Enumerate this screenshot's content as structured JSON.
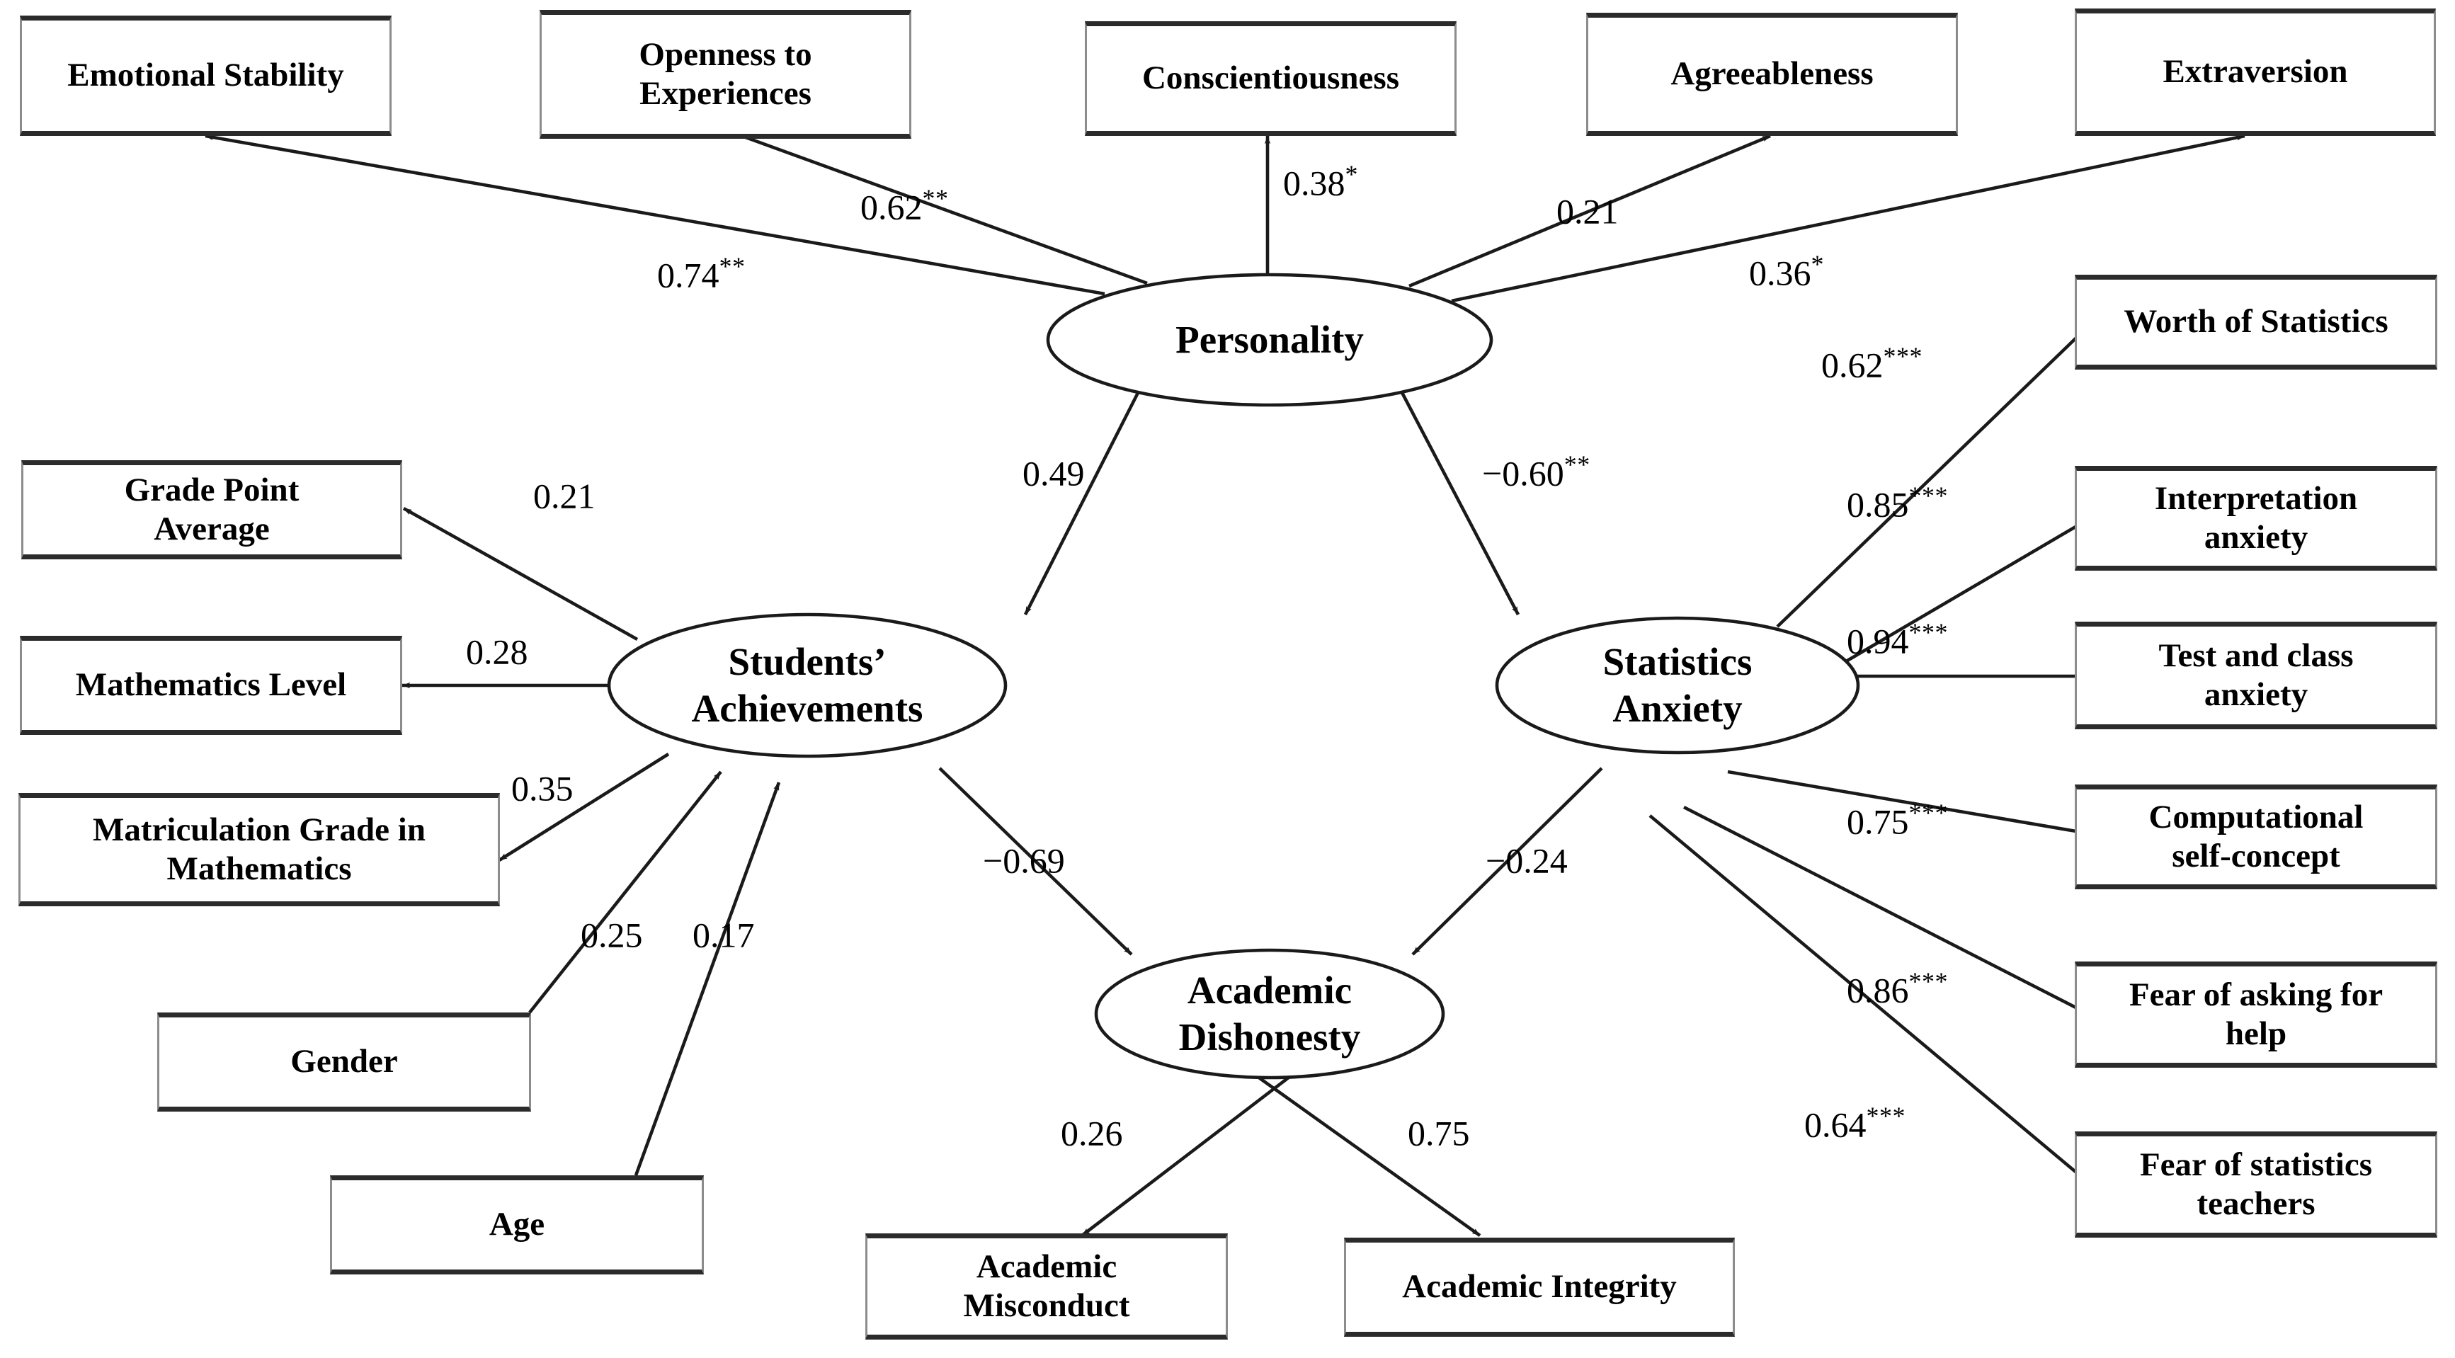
{
  "diagram": {
    "type": "structural-equation-model-path-diagram",
    "background_color": "#ffffff",
    "line_color": "#1a1a1a",
    "box_border_color": "#8c8c8c",
    "box_accent_color": "#2b2b2b"
  },
  "latent_variables": [
    {
      "id": "personality",
      "label_line1": "Personality",
      "label_line2": ""
    },
    {
      "id": "achievements",
      "label_line1": "Students’",
      "label_line2": "Achievements"
    },
    {
      "id": "anxiety",
      "label_line1": "Statistics",
      "label_line2": "Anxiety"
    },
    {
      "id": "dishonesty",
      "label_line1": "Academic",
      "label_line2": "Dishonesty"
    }
  ],
  "observed_variables": [
    {
      "id": "emotional-stability",
      "label_line1": "Emotional Stability",
      "label_line2": ""
    },
    {
      "id": "openness",
      "label_line1": "Openness to",
      "label_line2": "Experiences"
    },
    {
      "id": "conscientiousness",
      "label_line1": "Conscientiousness",
      "label_line2": ""
    },
    {
      "id": "agreeableness",
      "label_line1": "Agreeableness",
      "label_line2": ""
    },
    {
      "id": "extraversion",
      "label_line1": "Extraversion",
      "label_line2": ""
    },
    {
      "id": "gpa",
      "label_line1": "Grade Point",
      "label_line2": "Average"
    },
    {
      "id": "math-level",
      "label_line1": "Mathematics Level",
      "label_line2": ""
    },
    {
      "id": "matriculation",
      "label_line1": "Matriculation Grade in",
      "label_line2": "Mathematics"
    },
    {
      "id": "gender",
      "label_line1": "Gender",
      "label_line2": ""
    },
    {
      "id": "age",
      "label_line1": "Age",
      "label_line2": ""
    },
    {
      "id": "worth-of-statistics",
      "label_line1": "Worth of Statistics",
      "label_line2": ""
    },
    {
      "id": "interpretation",
      "label_line1": "Interpretation",
      "label_line2": "anxiety"
    },
    {
      "id": "test-class",
      "label_line1": "Test and class",
      "label_line2": "anxiety"
    },
    {
      "id": "computational",
      "label_line1": "Computational",
      "label_line2": "self-concept"
    },
    {
      "id": "fear-asking",
      "label_line1": "Fear of asking for",
      "label_line2": "help"
    },
    {
      "id": "fear-teachers",
      "label_line1": "Fear of statistics",
      "label_line2": "teachers"
    },
    {
      "id": "misconduct",
      "label_line1": "Academic",
      "label_line2": "Misconduct"
    },
    {
      "id": "integrity",
      "label_line1": "Academic Integrity",
      "label_line2": ""
    }
  ],
  "paths": [
    {
      "id": "p-emotional",
      "from": "personality",
      "to": "emotional-stability",
      "coefficient": "0.74",
      "stars": "**"
    },
    {
      "id": "p-openness",
      "from": "personality",
      "to": "openness",
      "coefficient": "0.62",
      "stars": "**"
    },
    {
      "id": "p-conscient",
      "from": "personality",
      "to": "conscientiousness",
      "coefficient": "0.38",
      "stars": "*"
    },
    {
      "id": "p-agreeable",
      "from": "personality",
      "to": "agreeableness",
      "coefficient": "0.21",
      "stars": ""
    },
    {
      "id": "p-extraversion",
      "from": "personality",
      "to": "extraversion",
      "coefficient": "0.36",
      "stars": "*"
    },
    {
      "id": "p-achievements",
      "from": "personality",
      "to": "achievements",
      "coefficient": "0.49",
      "stars": ""
    },
    {
      "id": "p-anxiety",
      "from": "personality",
      "to": "anxiety",
      "coefficient": "−0.60",
      "stars": "**"
    },
    {
      "id": "p-gpa",
      "from": "achievements",
      "to": "gpa",
      "coefficient": "0.21",
      "stars": ""
    },
    {
      "id": "p-mathlevel",
      "from": "achievements",
      "to": "math-level",
      "coefficient": "0.28",
      "stars": ""
    },
    {
      "id": "p-matriculation",
      "from": "achievements",
      "to": "matriculation",
      "coefficient": "0.35",
      "stars": ""
    },
    {
      "id": "p-gender",
      "from": "gender",
      "to": "achievements",
      "coefficient": "0.25",
      "stars": ""
    },
    {
      "id": "p-age",
      "from": "age",
      "to": "achievements",
      "coefficient": "0.17",
      "stars": ""
    },
    {
      "id": "p-ach-dishonesty",
      "from": "achievements",
      "to": "dishonesty",
      "coefficient": "−0.69",
      "stars": ""
    },
    {
      "id": "p-anx-dishonesty",
      "from": "anxiety",
      "to": "dishonesty",
      "coefficient": "−0.24",
      "stars": ""
    },
    {
      "id": "p-worth",
      "from": "anxiety",
      "to": "worth-of-statistics",
      "coefficient": "0.62",
      "stars": "***"
    },
    {
      "id": "p-interpretation",
      "from": "anxiety",
      "to": "interpretation",
      "coefficient": "0.85",
      "stars": "***"
    },
    {
      "id": "p-testclass",
      "from": "anxiety",
      "to": "test-class",
      "coefficient": "0.94",
      "stars": "***"
    },
    {
      "id": "p-computational",
      "from": "anxiety",
      "to": "computational",
      "coefficient": "0.75",
      "stars": "***"
    },
    {
      "id": "p-fearasking",
      "from": "anxiety",
      "to": "fear-asking",
      "coefficient": "0.86",
      "stars": "***"
    },
    {
      "id": "p-fearteachers",
      "from": "anxiety",
      "to": "fear-teachers",
      "coefficient": "0.64",
      "stars": "***"
    },
    {
      "id": "p-misconduct",
      "from": "dishonesty",
      "to": "misconduct",
      "coefficient": "0.26",
      "stars": ""
    },
    {
      "id": "p-integrity",
      "from": "dishonesty",
      "to": "integrity",
      "coefficient": "0.75",
      "stars": ""
    }
  ]
}
